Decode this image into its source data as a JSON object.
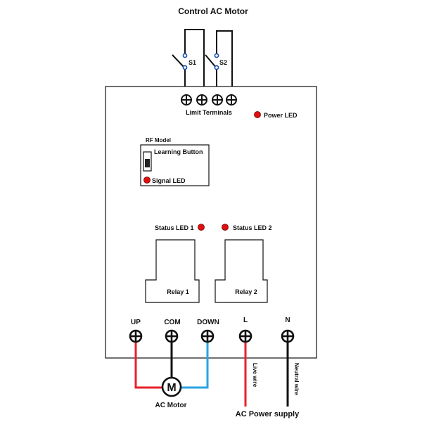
{
  "title": "Control AC Motor",
  "switches": {
    "s1": "S1",
    "s2": "S2"
  },
  "limit_terminals_label": "Limit Terminals",
  "power_led_label": "Power LED",
  "rf_module": {
    "title": "RF Model",
    "learning_button_label": "Learning Button",
    "signal_led_label": "Signal LED"
  },
  "status_led_1_label": "Status LED 1",
  "status_led_2_label": "Status LED 2",
  "relay_1_label": "Relay 1",
  "relay_2_label": "Relay 2",
  "terminals": {
    "up": "UP",
    "com": "COM",
    "down": "DOWN",
    "l": "L",
    "n": "N"
  },
  "motor": {
    "symbol": "M",
    "label": "AC Motor"
  },
  "live_wire_label": "Live wire",
  "neutral_wire_label": "Neutral wire",
  "power_supply_label": "AC Power supply",
  "colors": {
    "wire_red": "#e8202a",
    "wire_blue": "#29a3e0",
    "wire_black": "#111111",
    "led_red": "#e01010"
  }
}
